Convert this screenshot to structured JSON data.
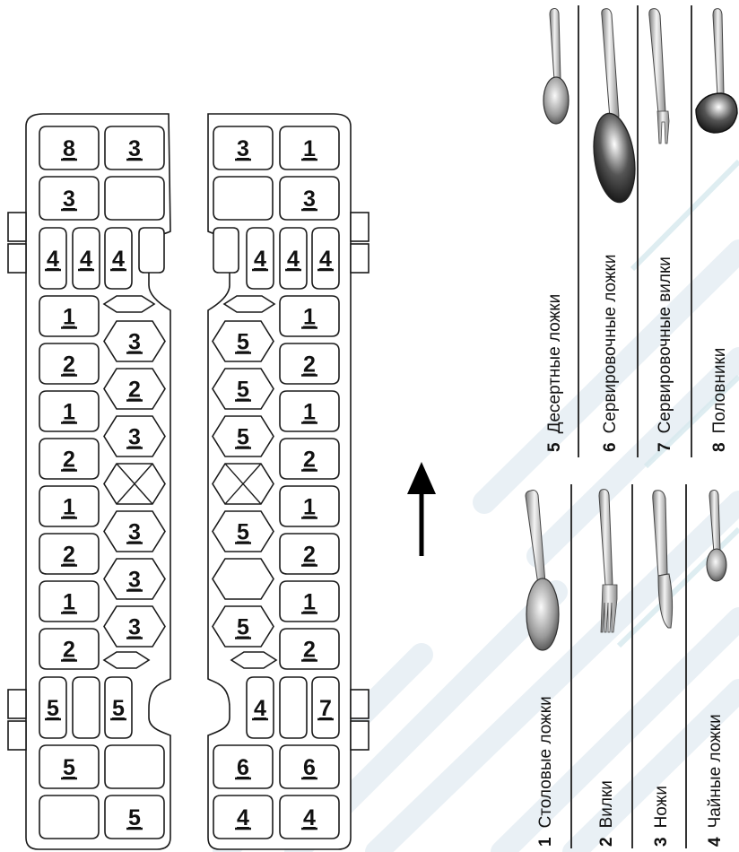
{
  "left_rack": [
    {
      "label": "8"
    },
    {
      "label": "3"
    },
    {
      "label": "3"
    },
    {
      "label": ""
    },
    {
      "label": "4"
    },
    {
      "label": "4"
    },
    {
      "label": "4"
    },
    {
      "label": "1"
    },
    {
      "label": "3"
    },
    {
      "label": "2"
    },
    {
      "label": "2"
    },
    {
      "label": "1"
    },
    {
      "label": "3"
    },
    {
      "label": "2"
    },
    {
      "label": "1"
    },
    {
      "label": "3"
    },
    {
      "label": "2"
    },
    {
      "label": "3"
    },
    {
      "label": "1"
    },
    {
      "label": "3"
    },
    {
      "label": "2"
    },
    {
      "label": "5"
    },
    {
      "label": "5"
    },
    {
      "label": "5"
    },
    {
      "label": ""
    },
    {
      "label": ""
    },
    {
      "label": "5"
    }
  ],
  "right_rack": [
    {
      "label": "3"
    },
    {
      "label": "1"
    },
    {
      "label": ""
    },
    {
      "label": "3"
    },
    {
      "label": "4"
    },
    {
      "label": "4"
    },
    {
      "label": "4"
    },
    {
      "label": "5"
    },
    {
      "label": "1"
    },
    {
      "label": "5"
    },
    {
      "label": "2"
    },
    {
      "label": "5"
    },
    {
      "label": "1"
    },
    {
      "label": "2"
    },
    {
      "label": "5"
    },
    {
      "label": "1"
    },
    {
      "label": ""
    },
    {
      "label": "2"
    },
    {
      "label": "5"
    },
    {
      "label": "1"
    },
    {
      "label": "2"
    },
    {
      "label": "4"
    },
    {
      "label": "7"
    },
    {
      "label": "6"
    },
    {
      "label": "6"
    },
    {
      "label": "4"
    },
    {
      "label": "4"
    }
  ],
  "legend": {
    "bottom": [
      {
        "num": "1",
        "text": "Столовые ложки",
        "icon": "tablespoon-icon"
      },
      {
        "num": "2",
        "text": "Вилки",
        "icon": "fork-icon"
      },
      {
        "num": "3",
        "text": "Ножи",
        "icon": "knife-icon"
      },
      {
        "num": "4",
        "text": "Чайные ложки",
        "icon": "teaspoon-icon"
      }
    ],
    "top": [
      {
        "num": "5",
        "text": "Десертные ложки",
        "icon": "dessert-spoon-icon"
      },
      {
        "num": "6",
        "text": "Сервировочные ложки",
        "icon": "serving-spoon-icon"
      },
      {
        "num": "7",
        "text": "Сервировочные вилки",
        "icon": "serving-fork-icon"
      },
      {
        "num": "8",
        "text": "Половники",
        "icon": "ladle-icon"
      }
    ]
  },
  "arrow_icon": "up-arrow-icon",
  "colors": {
    "line": "#1a1a1a",
    "watermark": "#e6eef3"
  }
}
